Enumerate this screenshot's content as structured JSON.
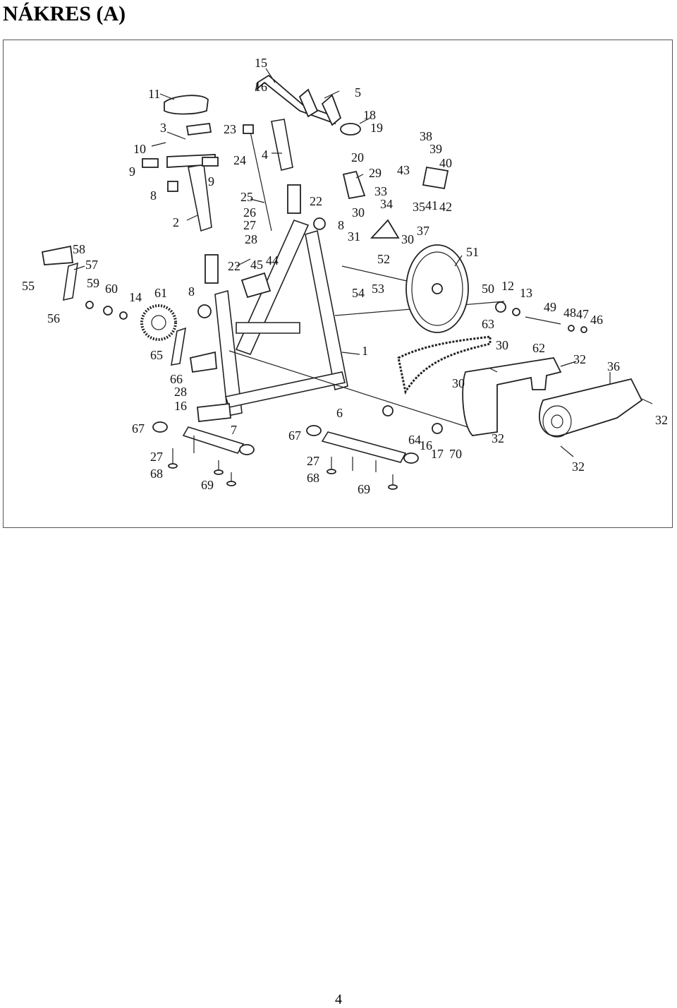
{
  "page": {
    "title": "NÁKRES (A)",
    "page_number": "4"
  },
  "diagram": {
    "labels": [
      "15",
      "16",
      "5",
      "11",
      "18",
      "19",
      "3",
      "23",
      "10",
      "4",
      "20",
      "24",
      "9",
      "29",
      "9",
      "38",
      "39",
      "40",
      "43",
      "33",
      "8",
      "25",
      "22",
      "34",
      "35",
      "41",
      "42",
      "2",
      "26",
      "30",
      "27",
      "8",
      "37",
      "28",
      "31",
      "30",
      "58",
      "22",
      "45",
      "44",
      "52",
      "51",
      "57",
      "55",
      "59",
      "60",
      "14",
      "61",
      "8",
      "54",
      "53",
      "50",
      "12",
      "13",
      "56",
      "49",
      "48",
      "47",
      "46",
      "63",
      "1",
      "30",
      "62",
      "65",
      "32",
      "36",
      "30",
      "66",
      "28",
      "16",
      "6",
      "67",
      "7",
      "67",
      "64",
      "16",
      "17",
      "70",
      "32",
      "32",
      "27",
      "68",
      "27",
      "69",
      "68",
      "69",
      "32"
    ]
  }
}
